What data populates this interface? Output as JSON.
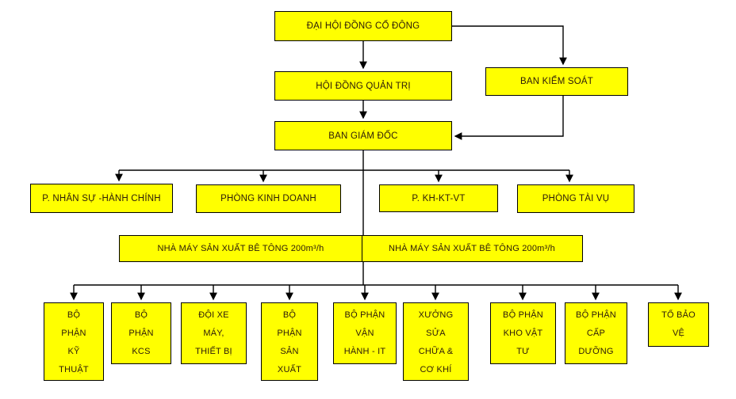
{
  "org_chart": {
    "title": "Organizational chart",
    "nodes": {
      "general_meeting": {
        "label": "ĐẠI HỘI ĐỒNG CỔ ĐÔNG"
      },
      "management_board": {
        "label": "HỘI ĐỒNG QUẢN TRỊ"
      },
      "supervisory_board": {
        "label": "BAN KIỂM SOÁT"
      },
      "directors": {
        "label": "BAN GIÁM ĐỐC"
      },
      "dept_hr_admin": {
        "label": "P. NHÂN SỰ -HÀNH CHÍNH"
      },
      "dept_business": {
        "label": "PHÒNG KINH DOANH"
      },
      "dept_kh_kt_vt": {
        "label": "P. KH-KT-VT"
      },
      "dept_finance": {
        "label": "PHÒNG TÀI VỤ"
      },
      "factory_left": {
        "label": "NHÀ MÁY SẢN XUẤT BÊ TÔNG 200m³/h"
      },
      "factory_right": {
        "label": "NHÀ MÁY SẢN XUẤT BÊ TÔNG 200m³/h"
      }
    },
    "units": [
      {
        "label": "BỘ\nPHẬN\nKỸ\nTHUẬT"
      },
      {
        "label": "BỘ\nPHẬN\nKCS"
      },
      {
        "label": "ĐỘI XE\nMÁY,\nTHIẾT BỊ"
      },
      {
        "label": "BỘ\nPHẬN\nSẢN\nXUẤT"
      },
      {
        "label": "BỘ PHẬN\nVẬN\nHÀNH - IT"
      },
      {
        "label": "XƯỞNG\nSỬA\nCHỮA &\nCƠ KHÍ"
      },
      {
        "label": "BỘ PHẬN\nKHO VẬT\nTƯ"
      },
      {
        "label": "BỘ PHẬN\nCẤP\nDƯỠNG"
      },
      {
        "label": "TỔ BẢO\nVỆ"
      }
    ],
    "colors": {
      "box_fill": "#FFFF00",
      "box_border": "#000000",
      "connector": "#000000",
      "text": "#2B1A0A",
      "background": "#FFFFFF"
    }
  }
}
